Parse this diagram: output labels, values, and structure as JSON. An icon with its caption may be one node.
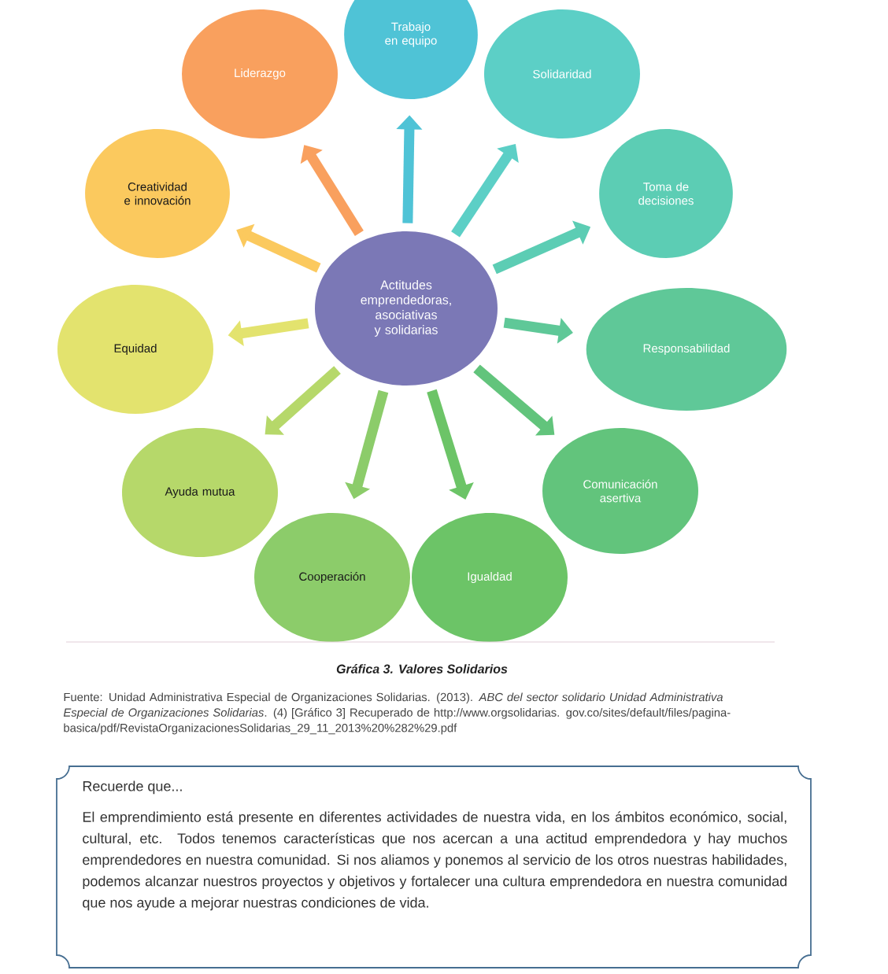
{
  "diagram": {
    "caption": "Gráfica 3. Valores Solidarios",
    "nodes": [
      {
        "text": [
          "Actitudes emprendedoras, asociativas y solidarias"
        ]
      },
      {
        "text": [
          "Trabajo en equipo"
        ]
      },
      {
        "text": [
          "Solidaridad"
        ]
      },
      {
        "text": [
          "Toma de decisiones"
        ]
      },
      {
        "text": [
          "Responsabilidad"
        ]
      },
      {
        "text": [
          "Comunicación asertiva"
        ]
      },
      {
        "text": [
          "Igualdad"
        ]
      },
      {
        "text": [
          "Cooperación"
        ]
      },
      {
        "text": [
          "Ayuda mutua"
        ]
      },
      {
        "text": [
          "Equidad"
        ]
      },
      {
        "text": [
          "Creatividad e innovación"
        ]
      },
      {
        "text": [
          "Liderazgo"
        ]
      },
      {
        "text": [
          "Recuerde que...",
          "El emprendimiento está presente en diferentes actividades de nuestra vida, en los ámbitos económico, social, cultural, etc. Todos tenemos características que nos acercan a una actitud emprendedora y hay muchos emprendedores en nuestra comunidad. Si nos aliamos y ponemos al servicio de los otros nuestras habilidades, podemos alcanzar nuestros proyectos y objetivos y fortalecer una cultura emprendedora en nuestra comunidad que nos ayude a mejorar nuestras condiciones de vida."
        ]
      }
    ],
    "edges": [
      {
        "from": 0,
        "to": 1,
        "arrow": "to",
        "color": "#4fc3d6"
      },
      {
        "from": 0,
        "to": 2,
        "arrow": "to",
        "color": "#5ccfc6"
      },
      {
        "from": 0,
        "to": 3,
        "arrow": "to",
        "color": "#5ccdb4"
      },
      {
        "from": 0,
        "to": 4,
        "arrow": "to",
        "color": "#5fc898"
      },
      {
        "from": 0,
        "to": 5,
        "arrow": "to",
        "color": "#62c47c"
      },
      {
        "from": 0,
        "to": 6,
        "arrow": "to",
        "color": "#6cc467"
      },
      {
        "from": 0,
        "to": 7,
        "arrow": "to",
        "color": "#8ccc6a"
      },
      {
        "from": 0,
        "to": 8,
        "arrow": "to",
        "color": "#b6d86a"
      },
      {
        "from": 0,
        "to": 9,
        "arrow": "to",
        "color": "#e3e36e"
      },
      {
        "from": 0,
        "to": 10,
        "arrow": "to",
        "color": "#fbc95e"
      },
      {
        "from": 0,
        "to": 11,
        "arrow": "to",
        "color": "#f9a05e"
      }
    ],
    "labels": [
      "Fuente: Unidad Administrativa Especial de Organizaciones Solidarias. (2013). *ABC del sector solidario Unidad Administrativa Especial de Organizaciones Solidarias*. (4) [Gráfico 3] Recuperado de http://www.orgsolidarias. gov.co/sites/default/files/pagina-basica/pdf/RevistaOrganizacionesSolidarias_29_11_2013%20%282%29.pdf"
    ]
  }
}
